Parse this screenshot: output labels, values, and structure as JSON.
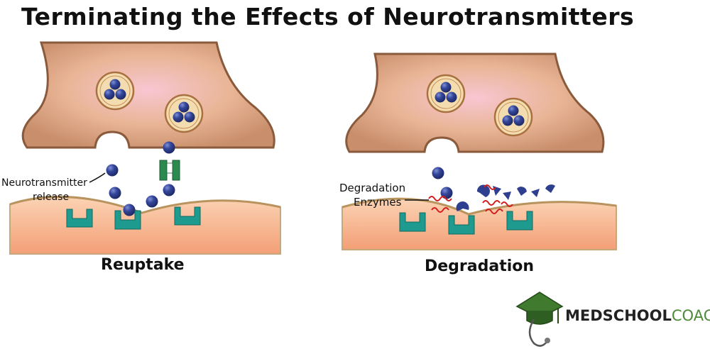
{
  "title": "Terminating the Effects of Neurotransmitters",
  "panels": {
    "reuptake": {
      "caption": "Reuptake",
      "annotation_line1": "Neurotransmitter",
      "annotation_line2": "release"
    },
    "degradation": {
      "caption": "Degradation",
      "annotation_line1": "Degradation",
      "annotation_line2": "Enzymes"
    }
  },
  "logo": {
    "text_bold": "MEDSCHOOL",
    "text_light": "COACH",
    "icon": "graduation-cap-stethoscope-icon"
  },
  "colors": {
    "terminal": "#d9a07a",
    "terminal_center": "#f6c4cf",
    "postsynaptic": "#f6b48c",
    "neurotransmitter": "#2e3f8f",
    "receptor": "#1e9a8e",
    "transporter": "#2b8a4f",
    "enzyme": "#d41c1c",
    "logo_green": "#3f7a2e"
  }
}
